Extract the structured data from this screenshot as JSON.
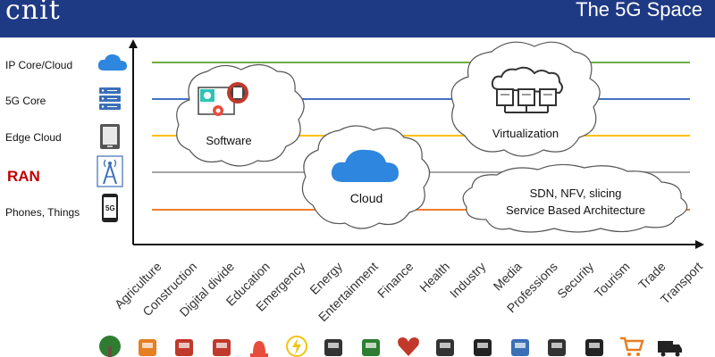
{
  "header": {
    "logo": "cnit",
    "title": "The 5G Space"
  },
  "layers": [
    {
      "label": "IP Core/Cloud",
      "icon": "cloud-icon",
      "line_color": "#70ad47"
    },
    {
      "label": "5G Core",
      "icon": "server-rack-icon",
      "line_color": "#4472c4"
    },
    {
      "label": "Edge Cloud",
      "icon": "edge-box-icon",
      "line_color": "#ffc000"
    },
    {
      "label": "RAN",
      "icon": "antenna-tower-icon",
      "line_color": "#a5a5a5",
      "emphasis_color": "#c00000"
    },
    {
      "label": "Phones, Things",
      "icon": "5g-phone-icon",
      "line_color": "#ed7d31"
    }
  ],
  "clouds": {
    "software": "Software",
    "virtualization": "Virtualization",
    "cloud": "Cloud",
    "sdn_line1": "SDN, NFV, slicing",
    "sdn_line2": "Service Based Architecture"
  },
  "sectors": [
    "Agriculture",
    "Construction",
    "Digital divide",
    "Education",
    "Emergency",
    "Energy",
    "Entertainment",
    "Finance",
    "Health",
    "Industry",
    "Media",
    "Professions",
    "Security",
    "Tourism",
    "Trade",
    "Transport"
  ],
  "sector_icons": [
    "tree-icon",
    "crane-icon",
    "tablet-icon",
    "graduation-cap-icon",
    "alarm-icon",
    "energy-icon",
    "music-icon",
    "finance-chart-icon",
    "heart-icon",
    "factory-icon",
    "camera-icon",
    "people-icon",
    "lock-icon",
    "traveller-icon",
    "cart-icon",
    "truck-icon"
  ],
  "colors": {
    "header": "#1f3a84",
    "cloud_blue": "#2e86de",
    "ran": "#c00000"
  }
}
